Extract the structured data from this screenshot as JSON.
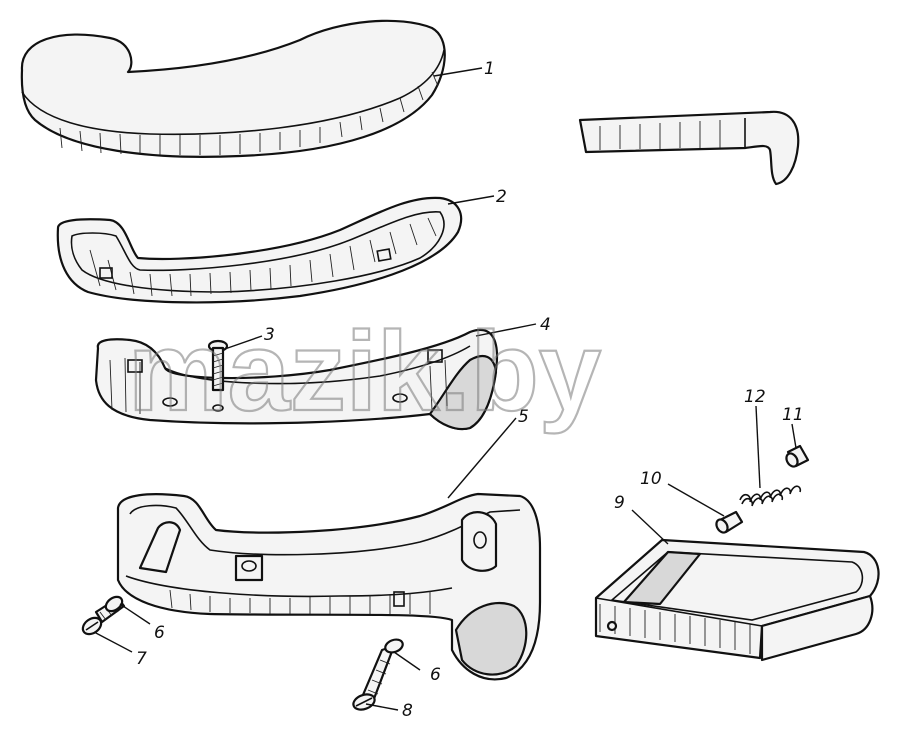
{
  "diagram": {
    "labels": [
      {
        "id": "part-1",
        "text": "1"
      },
      {
        "id": "part-2",
        "text": "2"
      },
      {
        "id": "part-3",
        "text": "3"
      },
      {
        "id": "part-4",
        "text": "4"
      },
      {
        "id": "part-5",
        "text": "5"
      },
      {
        "id": "part-6a",
        "text": "6"
      },
      {
        "id": "part-6b",
        "text": "6"
      },
      {
        "id": "part-7",
        "text": "7"
      },
      {
        "id": "part-8",
        "text": "8"
      },
      {
        "id": "part-9",
        "text": "9"
      },
      {
        "id": "part-10",
        "text": "10"
      },
      {
        "id": "part-11",
        "text": "11"
      },
      {
        "id": "part-12",
        "text": "12"
      }
    ]
  },
  "watermark": {
    "text": "mazik.by"
  }
}
